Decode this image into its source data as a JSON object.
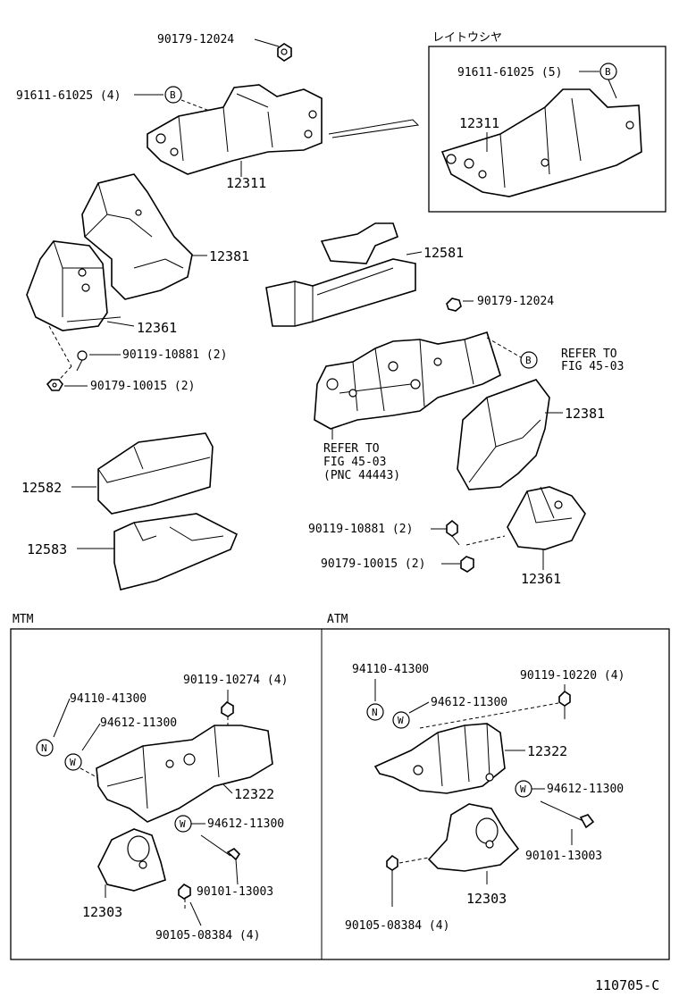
{
  "diagram_id": "110705-C",
  "callouts": {
    "nut_top": "90179-12024",
    "bolt_b_left": "91611-61025 (4)",
    "bracket_left": "12311",
    "mount_left": "12381",
    "insulator_left": "12361",
    "bolt_left": "90119-10881 (2)",
    "nut_left": "90179-10015 (2)",
    "detail_title": "レイトウシヤ",
    "detail_bolt": "91611-61025 (5)",
    "detail_bracket": "12311",
    "cover": "12581",
    "nut_mid": "90179-12024",
    "refer_right_1": "REFER TO",
    "refer_right_2": "FIG 45-03",
    "refer_center_1": "REFER TO",
    "refer_center_2": "FIG 45-03",
    "refer_center_3": "(PNC 44443)",
    "mount_right": "12381",
    "plate_upper": "12582",
    "plate_lower": "12583",
    "bolt_right": "90119-10881 (2)",
    "nut_right": "90179-10015 (2)",
    "insulator_right": "12361"
  },
  "symbols": {
    "b": "B",
    "n": "N",
    "w": "W"
  },
  "mtm": {
    "title": "MTM",
    "p1": "94110-41300",
    "p2": "94612-11300",
    "p3": "90119-10274 (4)",
    "p4": "12322",
    "p5": "94612-11300",
    "p6": "12303",
    "p7": "90101-13003",
    "p8": "90105-08384 (4)"
  },
  "atm": {
    "title": "ATM",
    "p1": "94110-41300",
    "p2": "94612-11300",
    "p3": "90119-10220 (4)",
    "p4": "12322",
    "p5": "94612-11300",
    "p6": "90101-13003",
    "p7": "12303",
    "p8": "90105-08384 (4)"
  }
}
